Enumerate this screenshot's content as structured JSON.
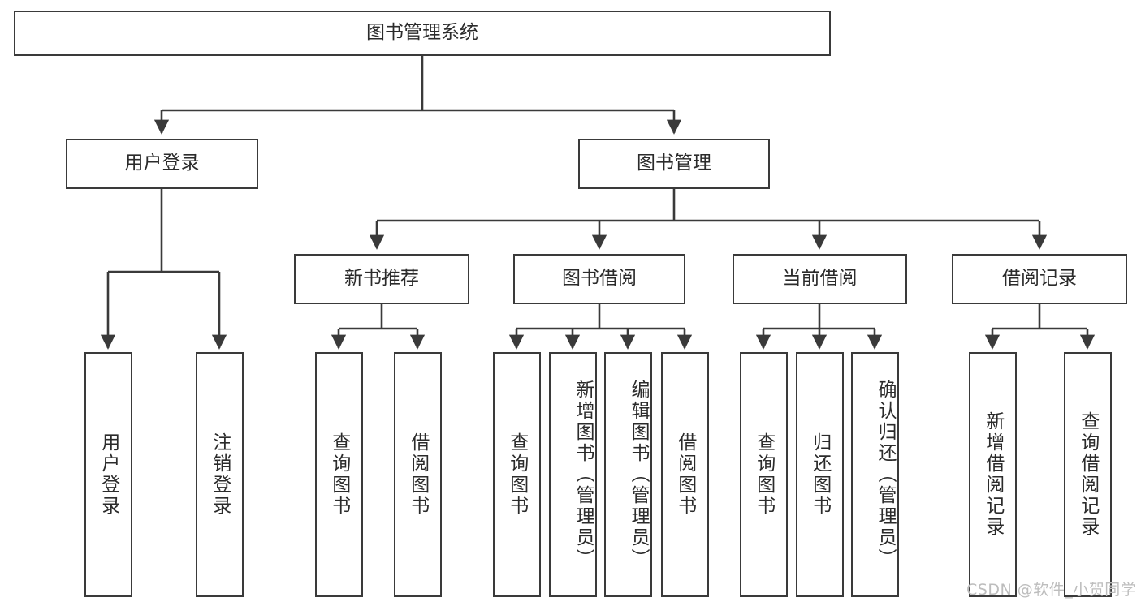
{
  "diagram": {
    "type": "tree-hierarchy",
    "title": "图书管理系统",
    "root": {
      "id": "root",
      "label": "图书管理系统"
    },
    "level2": [
      {
        "id": "user-login",
        "label": "用户登录"
      },
      {
        "id": "book-manage",
        "label": "图书管理"
      }
    ],
    "level3": [
      {
        "id": "new-book-rec",
        "label": "新书推荐"
      },
      {
        "id": "book-borrow",
        "label": "图书借阅"
      },
      {
        "id": "current-borrow",
        "label": "当前借阅"
      },
      {
        "id": "borrow-record",
        "label": "借阅记录"
      }
    ],
    "leaves": {
      "user_login": [
        {
          "id": "leaf-user-login",
          "label": "用户登录"
        },
        {
          "id": "leaf-logout-login",
          "label": "注销登录"
        }
      ],
      "new_book_rec": [
        {
          "id": "leaf-query-book-1",
          "label": "查询图书"
        },
        {
          "id": "leaf-borrow-book-1",
          "label": "借阅图书"
        }
      ],
      "book_borrow": [
        {
          "id": "leaf-query-book-2",
          "label": "查询图书"
        },
        {
          "id": "leaf-add-book",
          "label": "新增图书（管理员）"
        },
        {
          "id": "leaf-edit-book",
          "label": "编辑图书（管理员）"
        },
        {
          "id": "leaf-borrow-book-2",
          "label": "借阅图书"
        }
      ],
      "current_borrow": [
        {
          "id": "leaf-query-book-3",
          "label": "查询图书"
        },
        {
          "id": "leaf-return-book",
          "label": "归还图书"
        },
        {
          "id": "leaf-confirm-return",
          "label": "确认归还（管理员）"
        }
      ],
      "borrow_record": [
        {
          "id": "leaf-add-record",
          "label": "新增借阅记录"
        },
        {
          "id": "leaf-query-record",
          "label": "查询借阅记录"
        }
      ]
    }
  },
  "watermark": {
    "text": "CSDN @软件_小贺同学"
  },
  "colors": {
    "stroke": "#3a3a3a",
    "text": "#2b2b2b",
    "background": "#ffffff",
    "watermark": "#bdbdbd"
  }
}
